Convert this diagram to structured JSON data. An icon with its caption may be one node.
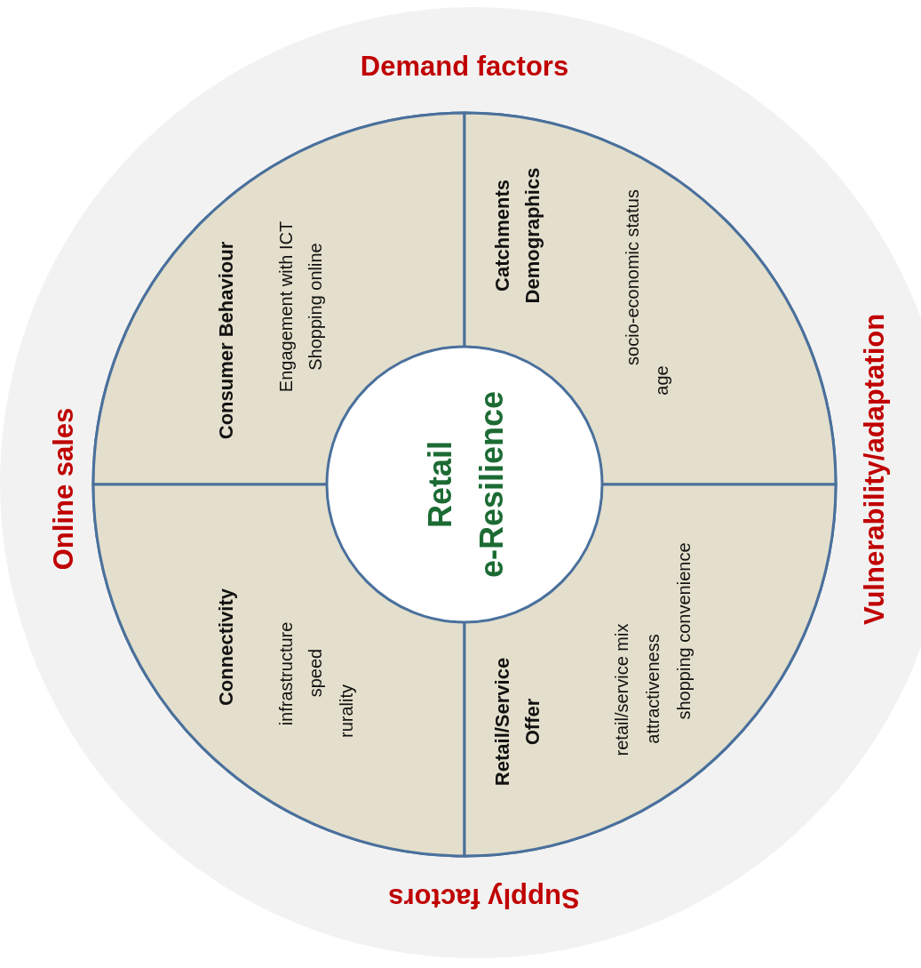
{
  "diagram": {
    "nodes": [
      {
        "text": [
          "Demand factors",
          "Vulnerability/adaptation",
          "Supply factors",
          "Online sales"
        ]
      },
      {
        "text": [],
        "shape": "circle",
        "in": 0
      },
      {
        "text": [
          "Consumer Behaviour",
          "Engagement with ICT",
          "Shopping online"
        ],
        "in": 1
      },
      {
        "text": [
          "Catchments Demographics",
          "socio-economic status",
          "age"
        ],
        "in": 1
      },
      {
        "text": [
          "Connectivity",
          "infrastructure",
          "speed",
          "rurality"
        ],
        "in": 1
      },
      {
        "text": [
          "Retail/Service Offer",
          "retail/service mix",
          "attractiveness",
          "shopping convenience"
        ],
        "in": 1
      },
      {
        "text": [
          "Retail e-Resilience"
        ],
        "in": 1
      }
    ]
  }
}
